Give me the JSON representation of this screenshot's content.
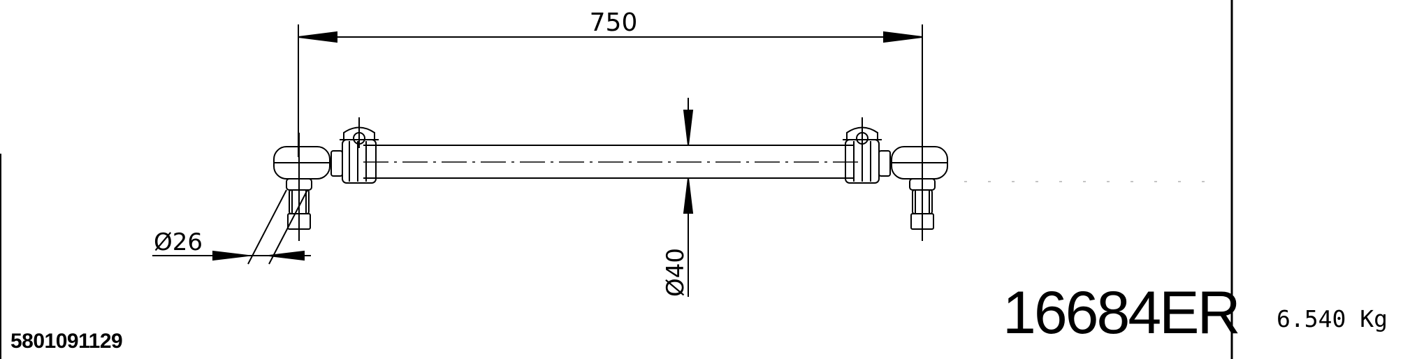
{
  "drawing": {
    "length_dim": "750",
    "tube_diameter_dim": "Ø40",
    "stud_diameter_dim": "Ø26"
  },
  "ref_code": "5801091129",
  "part_number": "16684ER",
  "weight": "6.540 Kg"
}
